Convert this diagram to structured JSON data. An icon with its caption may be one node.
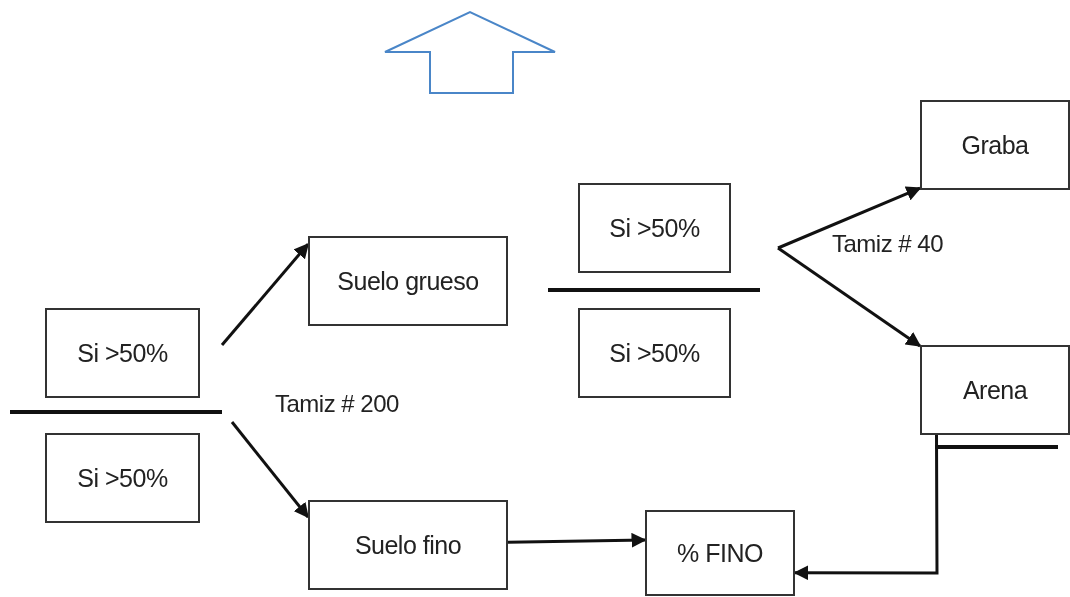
{
  "diagram": {
    "nodes": [
      {
        "text": [
          "Si >50%"
        ]
      },
      {
        "text": [
          "Si >50%"
        ]
      },
      {
        "text": [
          "Suelo grueso"
        ]
      },
      {
        "text": [
          "Suelo fino"
        ]
      },
      {
        "text": [
          "Si >50%"
        ]
      },
      {
        "text": [
          "Si >50%"
        ]
      },
      {
        "text": [
          "Graba"
        ]
      },
      {
        "text": [
          "Arena"
        ]
      },
      {
        "text": [
          "% FINO"
        ]
      }
    ],
    "edges": [
      {
        "from": null,
        "to": 2,
        "arrow": "to"
      },
      {
        "from": null,
        "to": 3,
        "arrow": "to"
      },
      {
        "from": null,
        "to": 6,
        "arrow": "to"
      },
      {
        "from": null,
        "to": 7,
        "arrow": "to"
      },
      {
        "from": 3,
        "to": 8,
        "arrow": "to"
      },
      {
        "from": 7,
        "to": 8,
        "arrow": "to"
      }
    ],
    "labels": [
      "Tamiz # 200",
      "Tamiz # 40"
    ]
  }
}
